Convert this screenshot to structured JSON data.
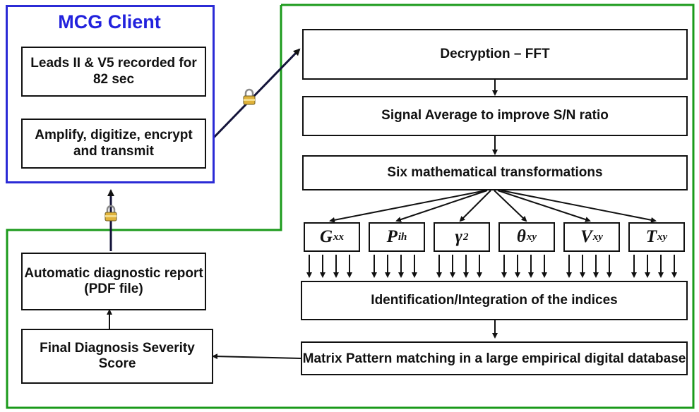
{
  "client": {
    "title": "MCG Client",
    "leads_box": "Leads II & V5 recorded for 82 sec",
    "amplify_box": "Amplify, digitize, encrypt and transmit"
  },
  "left_side": {
    "report_box": "Automatic diagnostic report (PDF file)",
    "final_box": "Final Diagnosis Severity Score"
  },
  "server": {
    "decrypt_box": "Decryption – FFT",
    "average_box": "Signal Average to improve S/N ratio",
    "transform_box": "Six mathematical transformations",
    "transforms": [
      {
        "main": "G",
        "sub": "xx",
        "sup": ""
      },
      {
        "main": "P",
        "sub": "ih",
        "sup": ""
      },
      {
        "main": "γ",
        "sub": "",
        "sup": "2"
      },
      {
        "main": "θ",
        "sub": "xy",
        "sup": ""
      },
      {
        "main": "V",
        "sub": "xy",
        "sup": ""
      },
      {
        "main": "T",
        "sub": "xy",
        "sup": ""
      }
    ],
    "identify_box": "Identification/Integration of the indices",
    "matrix_box": "Matrix Pattern matching in a large empirical digital database"
  },
  "colors": {
    "client_border": "#2b2bd6",
    "server_border": "#1a9a1a",
    "title_text": "#2222dd",
    "connector": "#14143a"
  },
  "icons": [
    "lock-icon",
    "lock-icon"
  ]
}
